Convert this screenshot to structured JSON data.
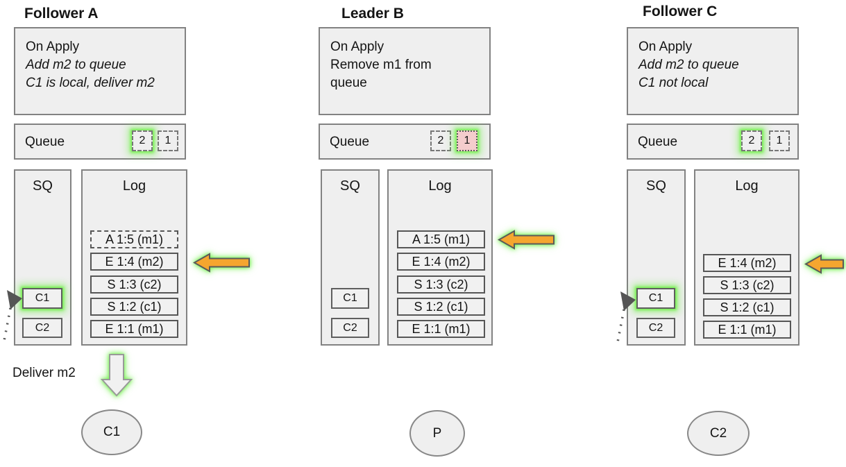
{
  "palette": {
    "panel_fill": "#efefef",
    "panel_border": "#828282",
    "entry_border": "#565656",
    "highlight_glow_green": "#6ef046",
    "arrow_orange": "#f5a62f",
    "removed_slot_pink": "#f4cccc",
    "text_color": "#141414"
  },
  "columns": [
    {
      "title": "Follower A",
      "on_apply_lines": [
        "On Apply",
        "Add m2 to queue",
        "C1 is local, deliver m2"
      ],
      "queue_label": "Queue",
      "queue_slot_2": "2",
      "queue_slot_1": "1",
      "sq_label": "SQ",
      "sq_item_1": "C1",
      "sq_item_2": "C2",
      "log_label": "Log",
      "log_entries": [
        "A 1:5 (m1)",
        "E 1:4 (m2)",
        "S 1:3 (c2)",
        "S 1:2 (c1)",
        "E 1:1 (m1)"
      ],
      "deliver_label": "Deliver m2",
      "node_label": "C1"
    },
    {
      "title": "Leader B",
      "on_apply_lines": [
        "On Apply",
        "Remove m1 from",
        "queue"
      ],
      "queue_label": "Queue",
      "queue_slot_2": "2",
      "queue_slot_1": "1",
      "sq_label": "SQ",
      "sq_item_1": "C1",
      "sq_item_2": "C2",
      "log_label": "Log",
      "log_entries": [
        "A 1:5 (m1)",
        "E 1:4 (m2)",
        "S 1:3 (c2)",
        "S 1:2 (c1)",
        "E 1:1 (m1)"
      ],
      "node_label": "P"
    },
    {
      "title": "Follower C",
      "on_apply_lines": [
        "On Apply",
        "Add m2 to queue",
        "C1 not local"
      ],
      "queue_label": "Queue",
      "queue_slot_2": "2",
      "queue_slot_1": "1",
      "sq_label": "SQ",
      "sq_item_1": "C1",
      "sq_item_2": "C2",
      "log_label": "Log",
      "log_entries": [
        "E 1:4 (m2)",
        "S 1:3 (c2)",
        "S 1:2 (c1)",
        "E 1:1 (m1)"
      ],
      "node_label": "C2"
    }
  ]
}
